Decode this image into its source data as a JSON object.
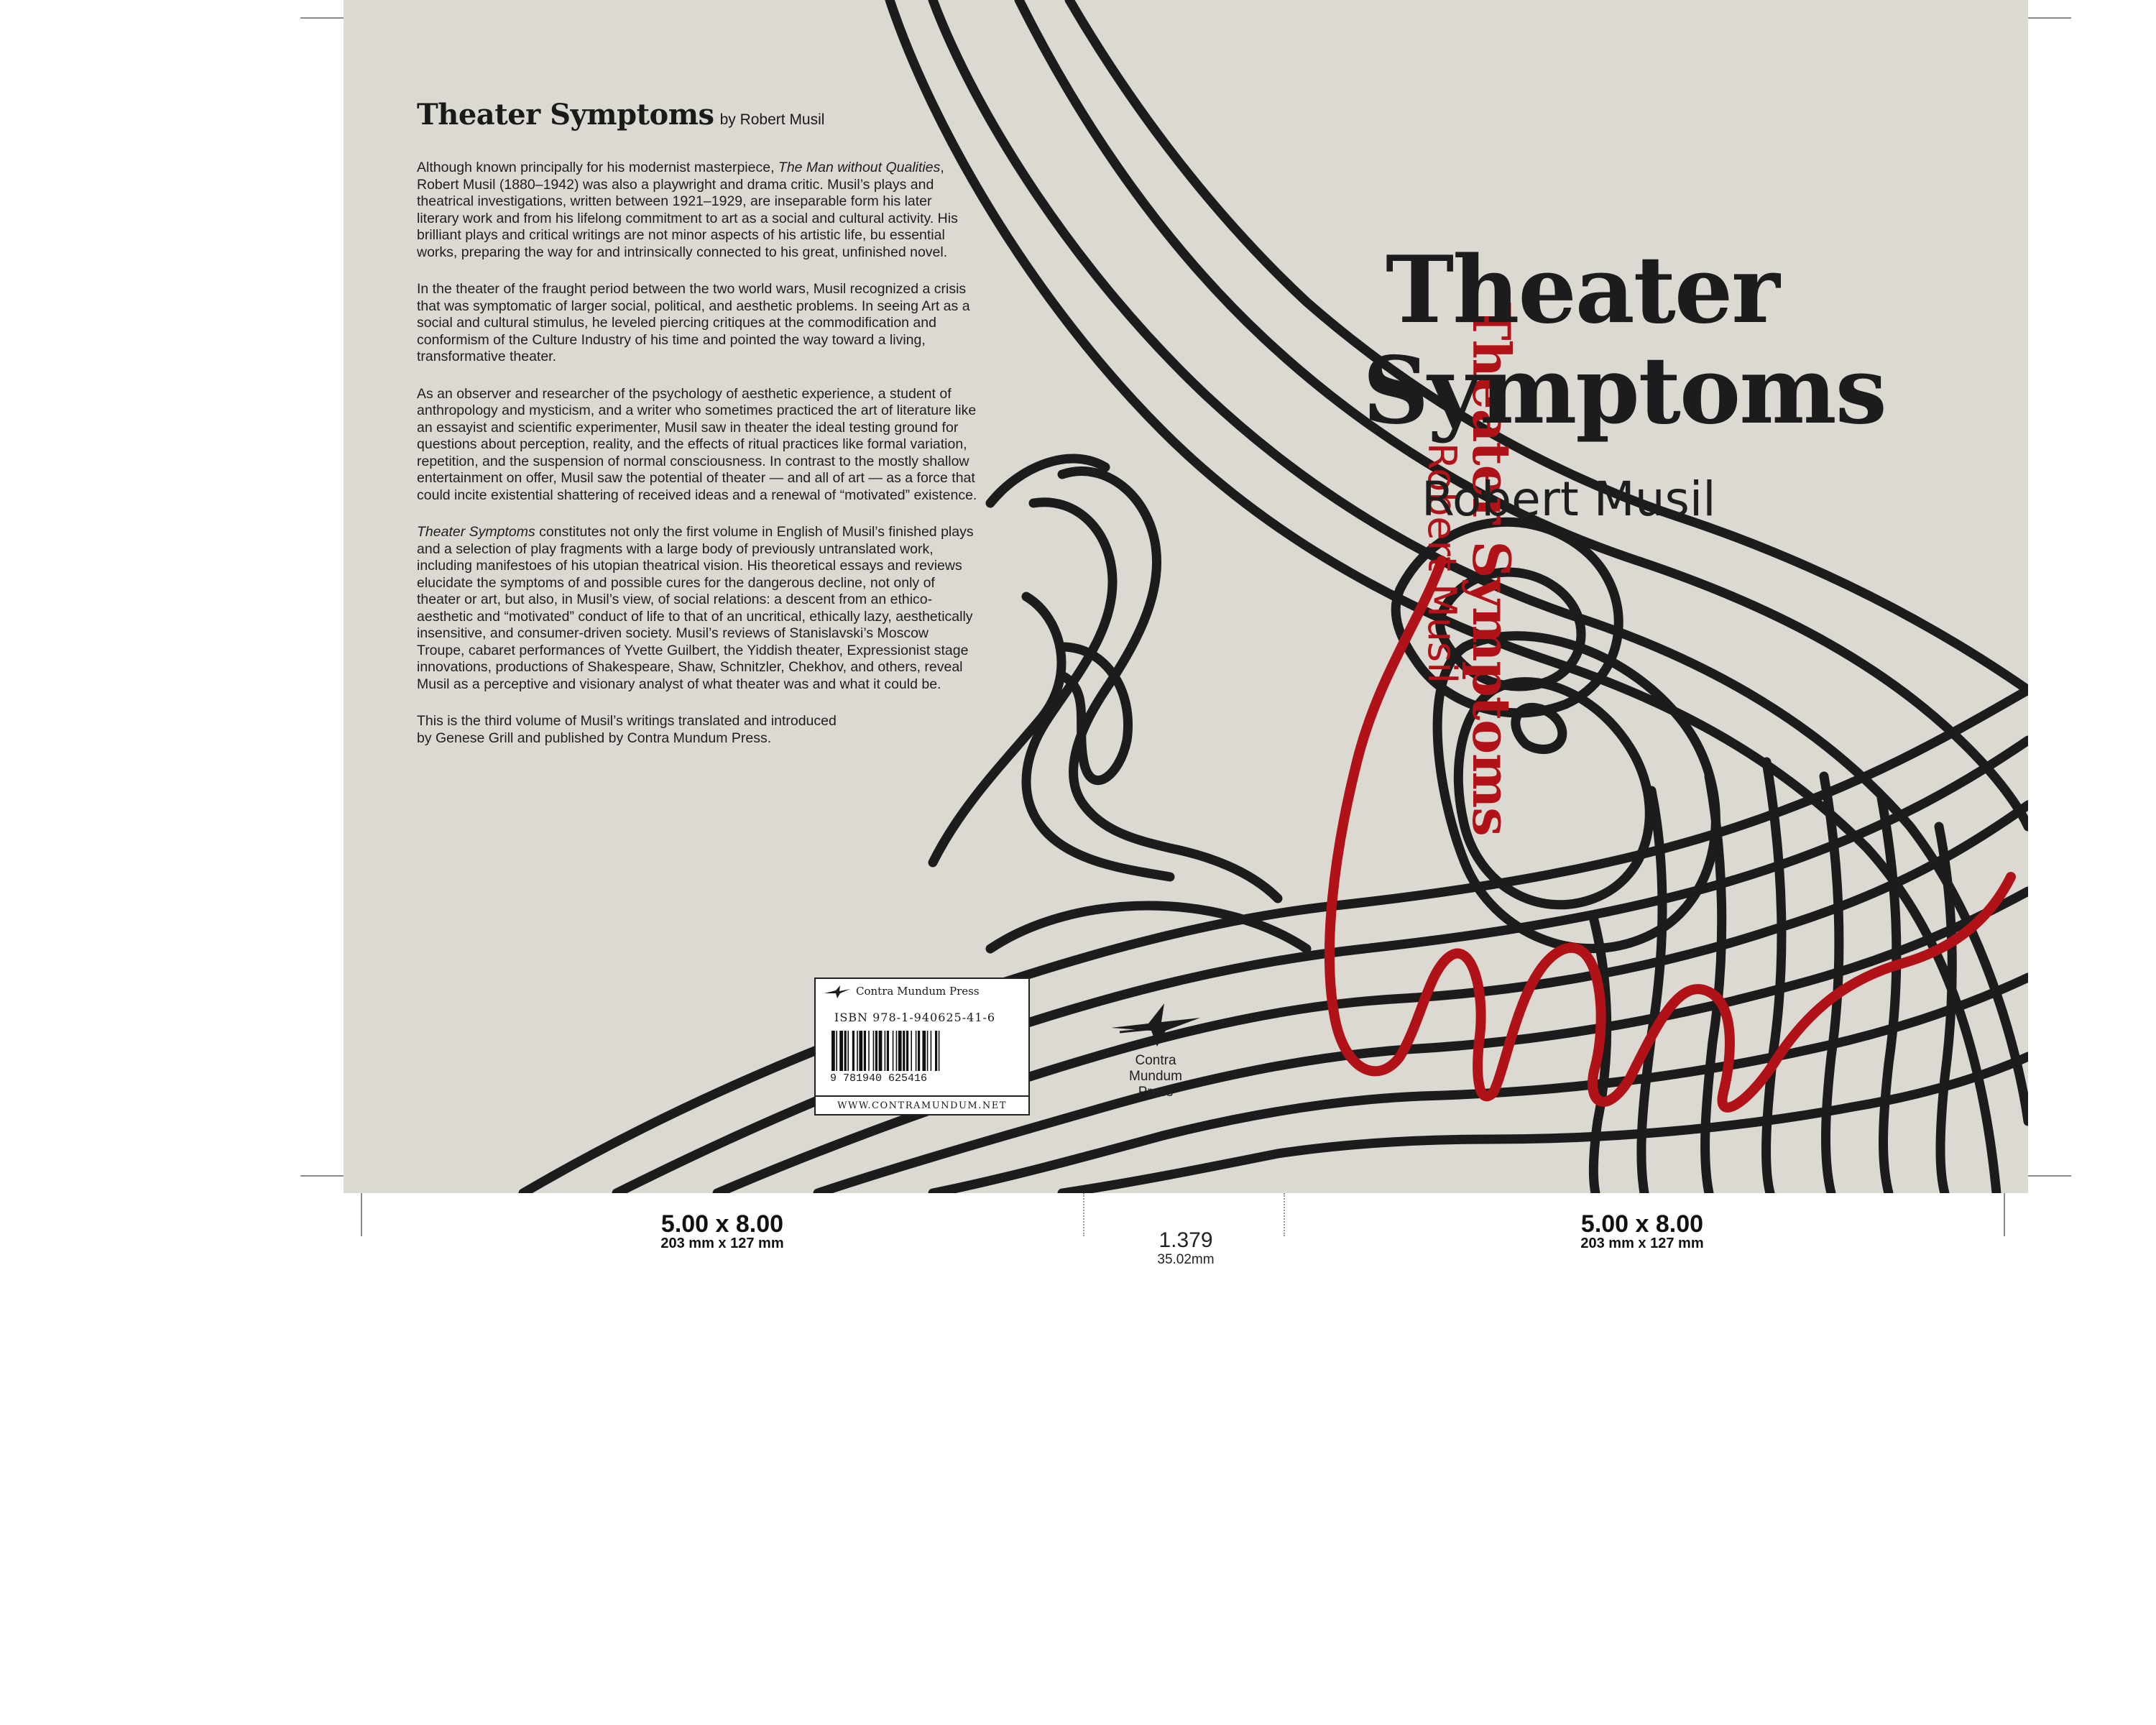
{
  "colors": {
    "cover_background": "#dcd9d3",
    "accent_red": "#b01217",
    "ink": "#1c1c1c"
  },
  "back_cover": {
    "title": "Theater Symptoms",
    "byline": "by Robert Musil",
    "paragraphs": [
      "Although known principally for his modernist masterpiece, The Man without Qualities, Robert Musil (1880–1942) was also a playwright and drama critic. Musil’s plays and theatrical investigations, written between 1921–1929, are inseparable form his later literary work and from his lifelong commitment to art as a social and cultural activity. His brilliant plays and critical writings are not minor aspects of his artistic life, bu essential works, preparing the way for and intrinsically connected to his great, unfinished novel.",
      "In the theater of the fraught period between the two world wars, Musil recognized a crisis that was symptomatic of larger social, political, and aesthetic problems. In seeing Art as a social and cultural stimulus, he leveled piercing critiques at the commodification and conformism of the Culture Industry of his time and pointed the way toward a living, transformative theater.",
      "As an observer and researcher of the psychology of aesthetic experience, a student of anthropology and mysticism, and a writer who sometimes practiced the art of literature like an essayist and scientific experimenter, Musil saw in theater the ideal testing ground for questions about perception, reality, and the effects of ritual practices like formal variation, repetition, and the suspension of normal consciousness. In contrast to the mostly shallow entertainment on offer, Musil saw the potential of theater — and all of art — as a force that could incite existential shattering of received ideas and a renewal of “motivated” existence.",
      "Theater Symptoms constitutes not only the first volume in English of Musil’s finished plays and a selection of play fragments with a large body of previously untranslated work, including manifestoes of his utopian theatrical vision. His theoretical essays and reviews elucidate the symptoms of and possible cures for the dangerous decline, not only of theater or art, but also, in Musil’s view, of social relations: a descent from an ethico-aesthetic and “motivated” conduct of life to that of an uncritical, ethically lazy, aesthetically insensitive, and consumer-driven society. Musil’s reviews of Stanislavski’s Moscow Troupe, cabaret performances of Yvette Guilbert, the Yiddish theater, Expressionist stage innovations, productions of Shakespeare, Shaw, Schnitzler, Chekhov, and others, reveal Musil as a perceptive and visionary analyst of what theater was and what it could be.",
      "This is the third volume of Musil’s writings translated and introduced by Genese Grill and published by Contra Mundum Press."
    ]
  },
  "barcode": {
    "publisher": "Contra Mundum Press",
    "isbn": "ISBN 978-1-940625-41-6",
    "digits": "9 781940 625416",
    "url": "WWW.CONTRAMUNDUM.NET"
  },
  "spine": {
    "title": "Theater Symptoms",
    "author": "Robert Musil",
    "publisher_line1": "Contra",
    "publisher_line2": "Mundum",
    "publisher_line3": "Press"
  },
  "front_cover": {
    "title_line1": "Theater",
    "title_line2": "Symptoms",
    "author": "Robert Musil"
  },
  "dimensions": {
    "back_size": "5.00 x 8.00",
    "back_size_mm": "203 mm x 127 mm",
    "spine_width": "1.379",
    "spine_width_mm": "35.02mm",
    "front_size": "5.00 x 8.00",
    "front_size_mm": "203 mm x 127 mm"
  }
}
